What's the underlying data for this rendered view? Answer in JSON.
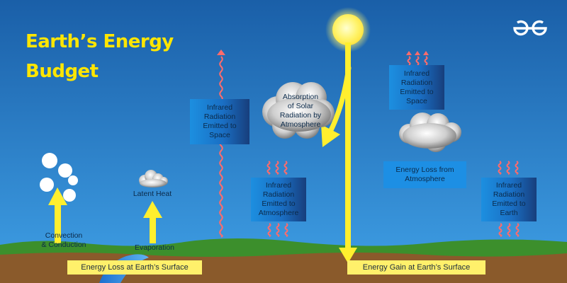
{
  "title": {
    "line1": "Earth’s Energy",
    "line2": "Budget"
  },
  "logo": {
    "icon": "geeksforgeeks-logo-icon"
  },
  "labels": {
    "ir_space_left": "Infrared\nRadiation\nEmitted to\nSpace",
    "absorption": "Absorption\nof Solar\nRadiation by\nAtmosphere",
    "ir_space_right": "Infrared\nRadiation\nEmitted to\nSpace",
    "ir_atmosphere": "Infrared\nRadiation\nEmitted to\nAtmosphere",
    "loss_atmosphere": "Energy Loss from\nAtmosphere",
    "ir_earth": "Infrared\nRadiation\nEmitted to\nEarth",
    "latent_heat": "Latent Heat",
    "convection": "Convection\n& Conduction",
    "evaporation": "Evaporation"
  },
  "bars": {
    "loss_surface": "Energy Loss at Earth’s Surface",
    "gain_surface": "Energy Gain at Earth’s Surface"
  },
  "colors": {
    "sky_top": "#1a5fa8",
    "sky_bottom": "#3fa0e6",
    "title": "#ffe600",
    "arrow": "#ffef2e",
    "wave": "#ff6b6b",
    "ground": "#8a5a2b",
    "grass": "#3c8f2c",
    "bar": "#fff06b"
  }
}
